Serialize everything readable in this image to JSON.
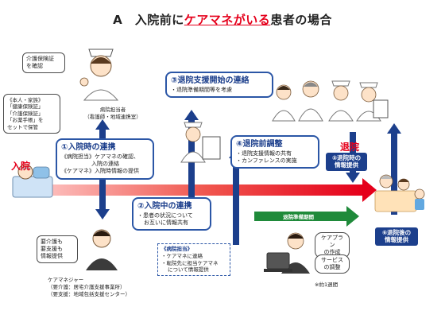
{
  "title": {
    "prefix": "A　入院前に",
    "highlight": "ケアマネがいる",
    "suffix": "患者の場合"
  },
  "labels": {
    "admission": "入院",
    "discharge": "退院"
  },
  "bubbles": {
    "insurance_check": [
      "介護保険証",
      "を確認"
    ],
    "family_items": [
      "《本人・家族》",
      "「健康保険証」",
      "「介護保険証」",
      "「お薬手帳」を",
      "セットで保管"
    ],
    "caremanager_cards": [
      "要介護も",
      "要支援も",
      "情報提供"
    ]
  },
  "captions": {
    "hospital_staff": [
      "病院担当者",
      "（看護師・地域連携室）"
    ],
    "care_manager": [
      "ケアマネジャー",
      "（要介護：居宅介護支援事業所）",
      "（要支援：地域包括支援センター）"
    ]
  },
  "steps": {
    "step1": {
      "title": "①入院時の連携",
      "lines": [
        "《病院担当》ケアマネの確認、",
        "入院の連絡",
        "《ケアマネ》入院時情報の提供"
      ]
    },
    "step2": {
      "title": "②入院中の連携",
      "lines": [
        "・患者の状況について",
        "お互いに情報共有"
      ]
    },
    "step3": {
      "title": "③退院支援開始の連絡",
      "lines": [
        "・退院準備期間等を考慮"
      ]
    },
    "step4": {
      "title": "④退院前調整",
      "lines": [
        "・退院支援情報の共有",
        "・カンファレンスの実施"
      ]
    },
    "step5": {
      "lines": [
        "⑤退院時の",
        "情報提供"
      ]
    },
    "step6": {
      "lines": [
        "⑥退院後の",
        "情報提供"
      ]
    }
  },
  "transfer_note": {
    "title": "《病院担当》",
    "lines": [
      "・ケアマネに連絡",
      "・転院先に担当ケアマネ",
      "について情報提供"
    ]
  },
  "prep_period": "退院準備期間",
  "care_tasks": {
    "plan": [
      "ケアプラン",
      "の作成"
    ],
    "service": [
      "サービス",
      "の調整"
    ]
  },
  "footnote": "※約1週間",
  "colors": {
    "blue": "#2b56a6",
    "navy": "#1c3f8c",
    "red": "#e5001b",
    "green": "#1f8a3a"
  }
}
